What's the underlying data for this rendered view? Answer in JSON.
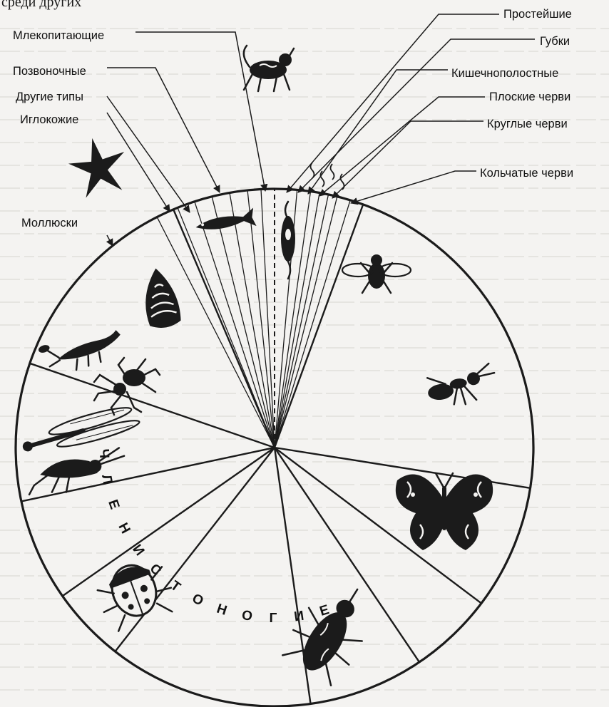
{
  "page_header_fragment": "среди других",
  "left_labels": [
    {
      "id": "mammals",
      "text": "Млекопитающие"
    },
    {
      "id": "vertebrates",
      "text": "Позвоночные"
    },
    {
      "id": "other-phyla",
      "text": "Другие типы"
    },
    {
      "id": "echinoderms",
      "text": "Иглокожие"
    },
    {
      "id": "mollusks",
      "text": "Моллюски"
    }
  ],
  "right_labels": [
    {
      "id": "protozoa",
      "text": "Простейшие"
    },
    {
      "id": "sponges",
      "text": "Губки"
    },
    {
      "id": "coelenterates",
      "text": "Кишечнополостные"
    },
    {
      "id": "flatworms",
      "text": "Плоские черви"
    },
    {
      "id": "roundworms",
      "text": "Круглые черви"
    },
    {
      "id": "annelids",
      "text": "Кольчатые черви"
    }
  ],
  "sector_word": "ЧЛЕНИСТОНОГИЕ",
  "icons": [
    "mammal-icon",
    "starfish-icon",
    "fish-icon",
    "protozoa-icon",
    "fly-icon",
    "snail-icon",
    "crayfish-icon",
    "spider-icon",
    "dragonfly-icon",
    "grasshopper-icon",
    "ant-icon",
    "butterfly-icon",
    "ladybug-icon",
    "beetle-icon"
  ],
  "colors": {
    "ink": "#1b1b1b",
    "paper": "#f4f3f1"
  }
}
